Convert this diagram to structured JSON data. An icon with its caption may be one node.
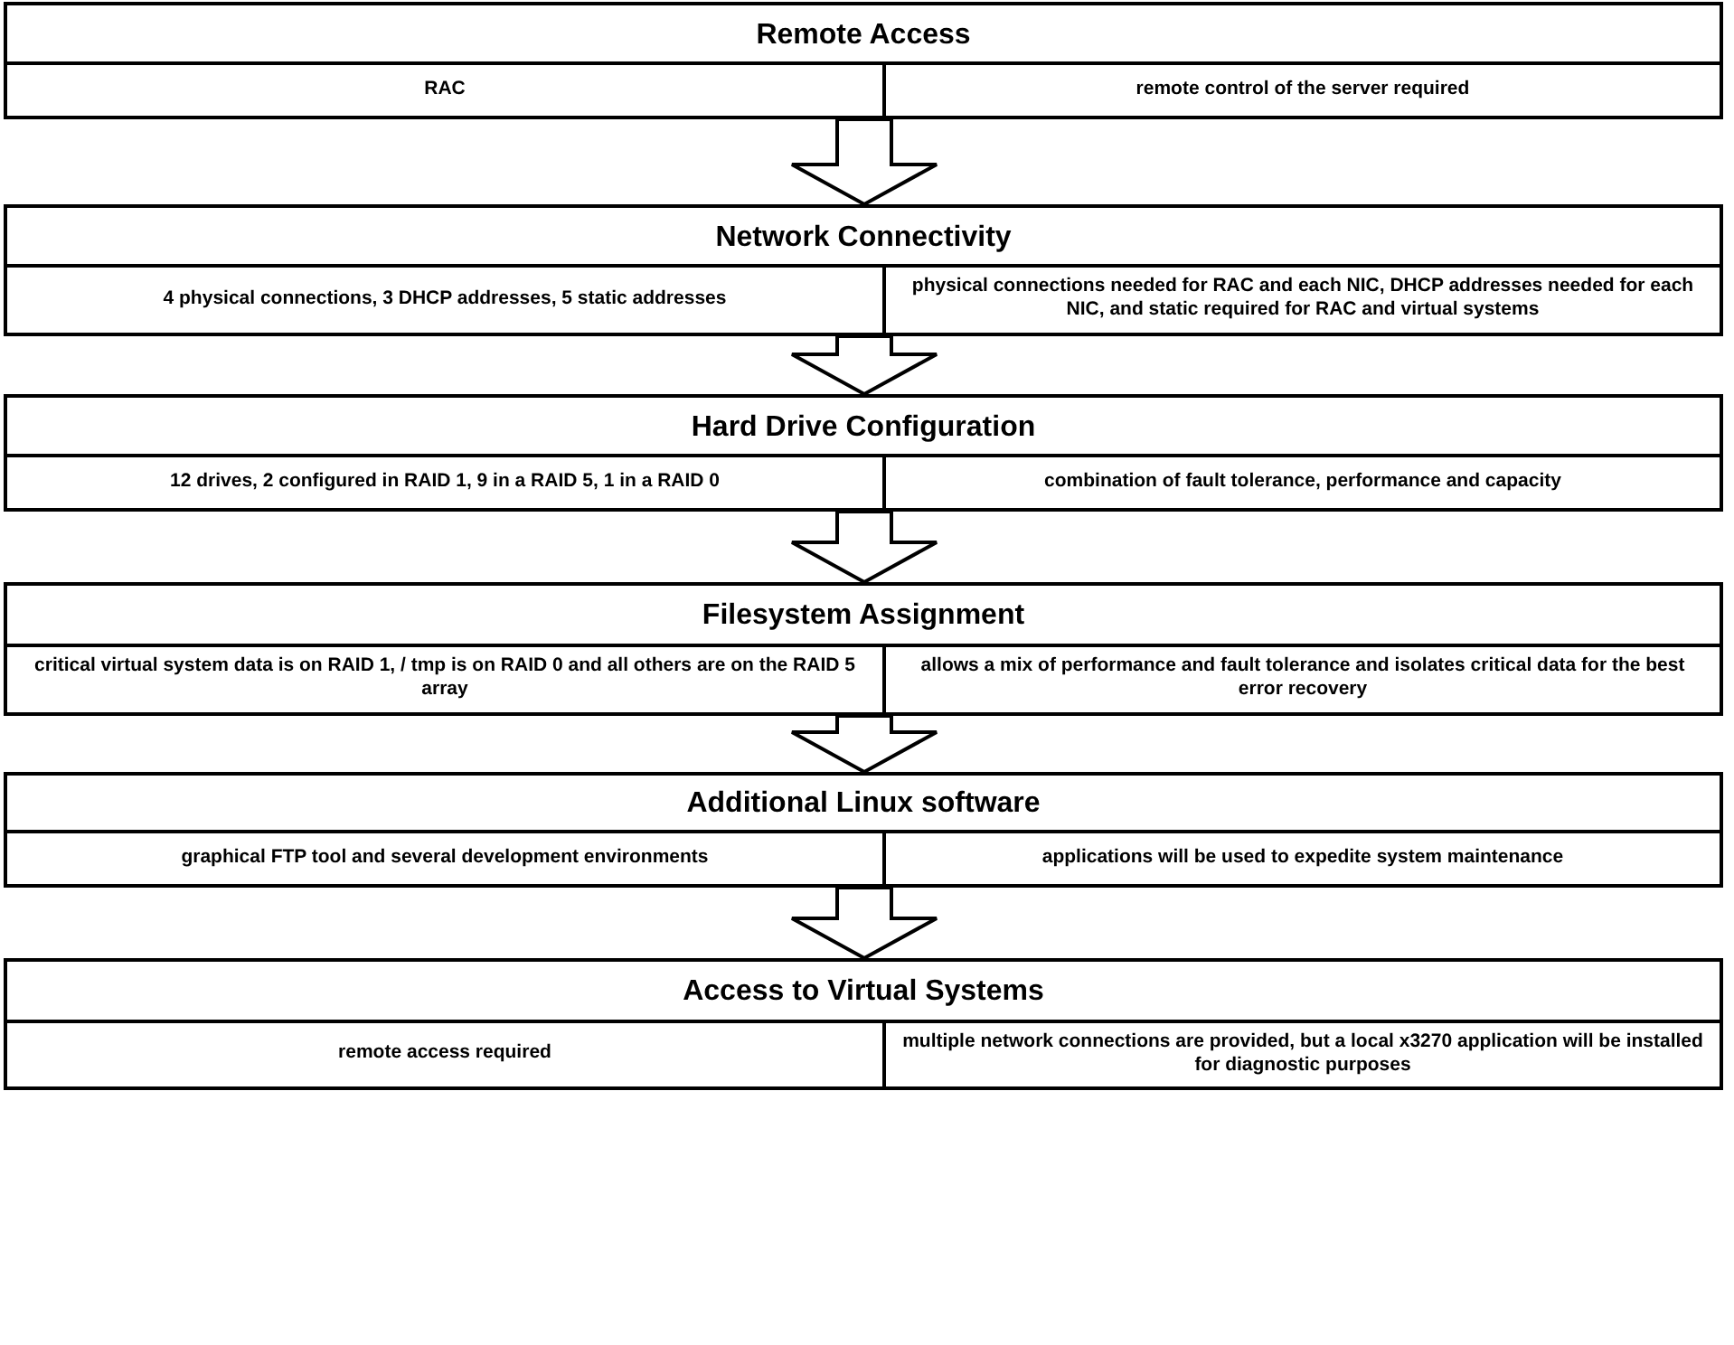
{
  "diagram": {
    "nodes": [
      {
        "text": [
          "Remote Access"
        ]
      },
      {
        "text": [
          "RAC"
        ],
        "in": 0
      },
      {
        "text": [
          "remote control of the server required"
        ],
        "in": 0
      },
      {
        "text": [
          "Network Connectivity"
        ]
      },
      {
        "text": [
          "4 physical connections, 3 DHCP addresses, 5 static addresses"
        ],
        "in": 3
      },
      {
        "text": [
          "physical connections needed for RAC and each NIC, DHCP addresses needed for each NIC, and static required for RAC and virtual systems"
        ],
        "in": 3
      },
      {
        "text": [
          "Hard Drive Configuration"
        ]
      },
      {
        "text": [
          "12 drives, 2 configured in RAID 1, 9 in a RAID 5, 1 in a RAID 0"
        ],
        "in": 6
      },
      {
        "text": [
          "combination of fault tolerance, performance and capacity"
        ],
        "in": 6
      },
      {
        "text": [
          "Filesystem Assignment"
        ]
      },
      {
        "text": [
          "critical virtual system data is on RAID 1, / tmp is on RAID 0 and all others are on the RAID 5 array"
        ],
        "in": 9
      },
      {
        "text": [
          "allows a mix of performance and fault tolerance and isolates critical data for the best error recovery"
        ],
        "in": 9
      },
      {
        "text": [
          "Additional Linux software"
        ]
      },
      {
        "text": [
          "graphical FTP tool and several development environments"
        ],
        "in": 12
      },
      {
        "text": [
          "applications will be used to expedite system maintenance"
        ],
        "in": 12
      },
      {
        "text": [
          "Access to Virtual Systems"
        ]
      },
      {
        "text": [
          "remote access required"
        ],
        "in": 15
      },
      {
        "text": [
          "multiple network connections are provided, but a local x3270 application will be installed for diagnostic purposes"
        ],
        "in": 15
      }
    ],
    "edges": [
      {
        "from": 0,
        "to": 3,
        "arrow": "to"
      },
      {
        "from": 3,
        "to": 6,
        "arrow": "to"
      },
      {
        "from": 6,
        "to": 9,
        "arrow": "to"
      },
      {
        "from": 9,
        "to": 12,
        "arrow": "to"
      },
      {
        "from": 12,
        "to": 15,
        "arrow": "to"
      }
    ]
  }
}
